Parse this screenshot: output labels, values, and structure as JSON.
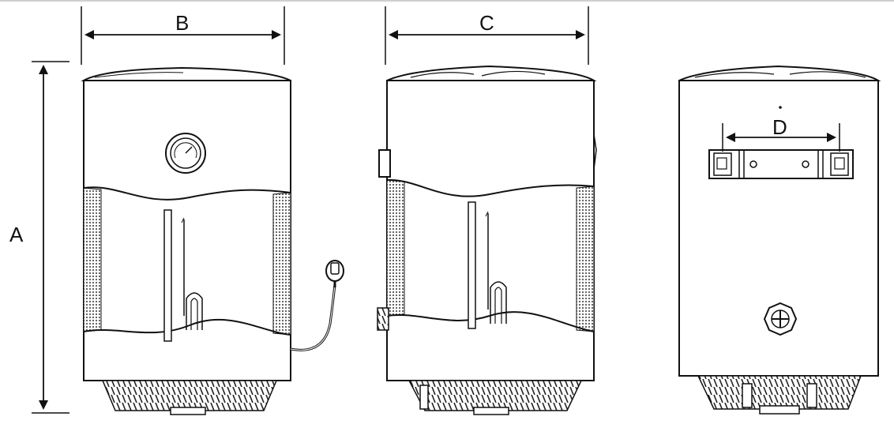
{
  "dimensions": {
    "height_label": "A",
    "front_width_label": "B",
    "side_width_label": "C",
    "bracket_width_label": "D"
  },
  "views": [
    "front-view",
    "side-view",
    "rear-view"
  ],
  "colors": {
    "line": "#111111",
    "mesh": "#8a8a8a",
    "background": "#ffffff"
  }
}
